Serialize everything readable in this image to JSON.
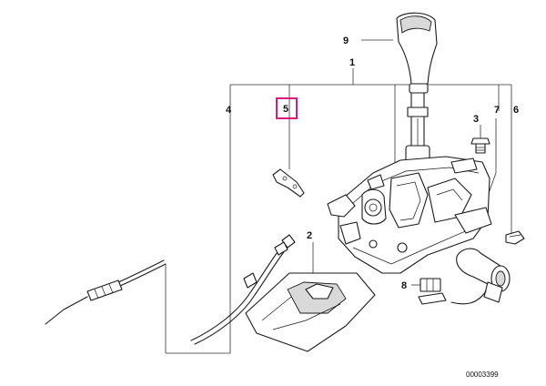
{
  "labels": {
    "part_1": "1",
    "part_2": "2",
    "part_3": "3",
    "part_4": "4",
    "part_5": "5",
    "part_6": "6",
    "part_7": "7",
    "part_8": "8",
    "part_9": "9"
  },
  "highlighted_part": "5",
  "highlight_color": "#d6006f",
  "drawing_number": "00003399"
}
